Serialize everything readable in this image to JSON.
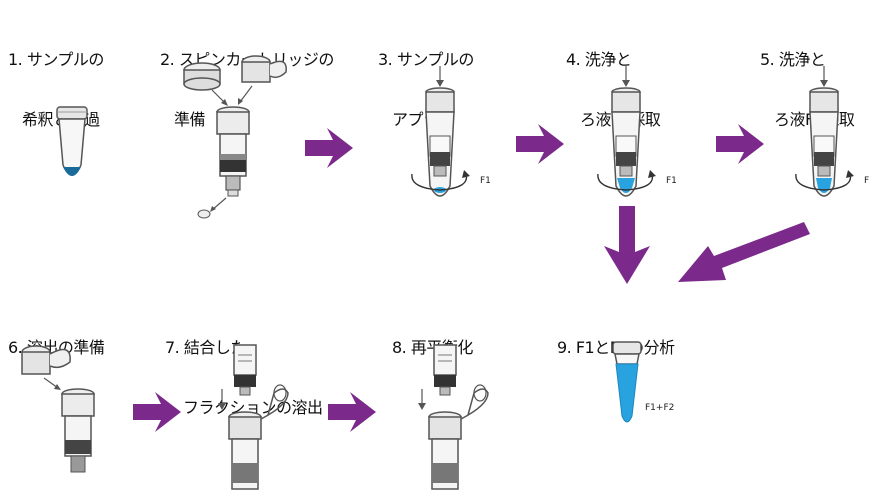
{
  "steps": [
    {
      "line1": "1. サンプルの",
      "line2": "希釈とろ過"
    },
    {
      "line1": "2. スピンカートリッジの",
      "line2": "準備"
    },
    {
      "line1": "3. サンプルの",
      "line2": "アプライ"
    },
    {
      "line1": "4. 洗浄と",
      "line2": "ろ液F1採取"
    },
    {
      "line1": "5. 洗浄と",
      "line2": "ろ液F2採取"
    },
    {
      "line1": "6. 溶出の準備",
      "line2": ""
    },
    {
      "line1": "7. 結合した",
      "line2": "フラクションの溶出"
    },
    {
      "line1": "8. 再平衡化",
      "line2": ""
    },
    {
      "line1": "9. F1とF2の分析",
      "line2": ""
    }
  ],
  "annotations": {
    "f1_step3": "F1",
    "f1_step4": "F1",
    "f2_step5": "F",
    "f1f2": "F1+F2"
  },
  "colors": {
    "arrow": "#7b2a8b",
    "liquid": "#29a3e0",
    "outline": "#555555"
  }
}
